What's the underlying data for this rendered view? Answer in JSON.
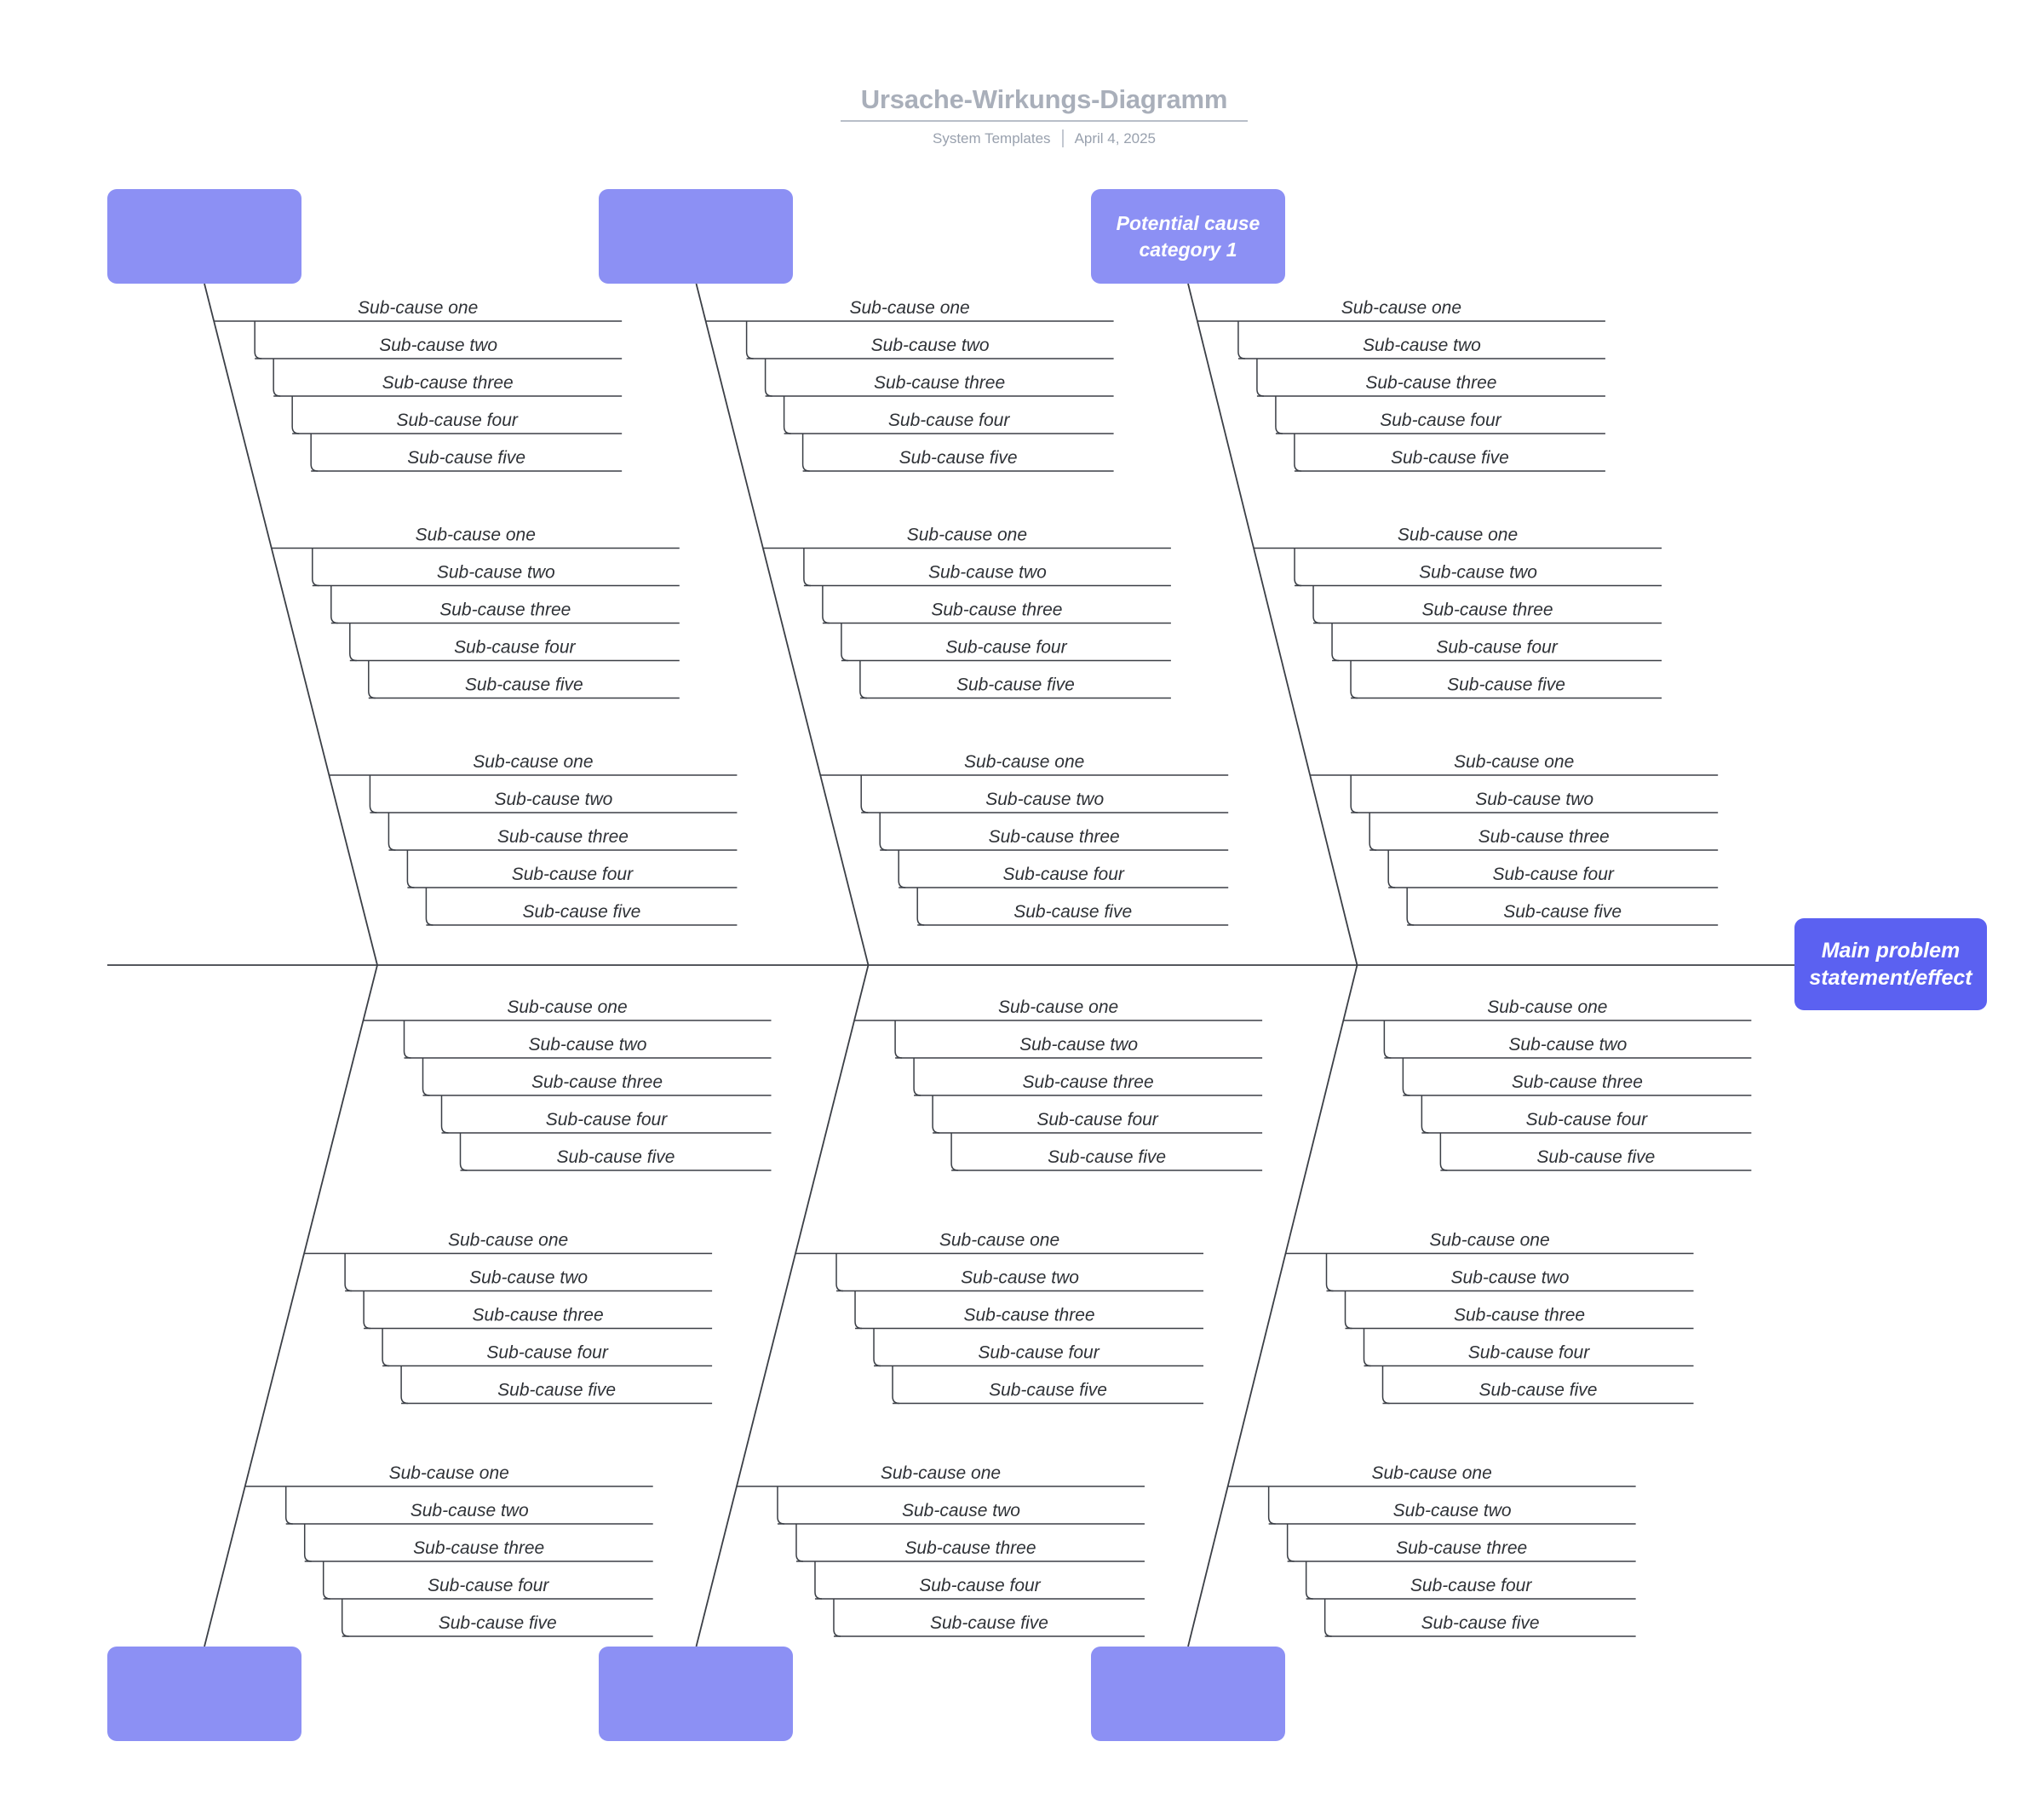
{
  "header": {
    "title": "Ursache-Wirkungs-Diagramm",
    "author": "System Templates",
    "date": "April 4, 2025"
  },
  "nodes": {
    "category_label": "Potential cause category 1",
    "main_label": "Main problem statement/effect"
  },
  "sub_causes": [
    "Sub-cause one",
    "Sub-cause two",
    "Sub-cause three",
    "Sub-cause four",
    "Sub-cause five"
  ],
  "colors": {
    "category_fill": "#8c90f4",
    "main_fill": "#5b61f1",
    "line": "#3b3f46",
    "label_text": "#2e3136",
    "title_text": "#a9afba",
    "subtitle_text": "#99a1ae",
    "underline": "#b8bec8",
    "separator": "#c3c8d1"
  }
}
